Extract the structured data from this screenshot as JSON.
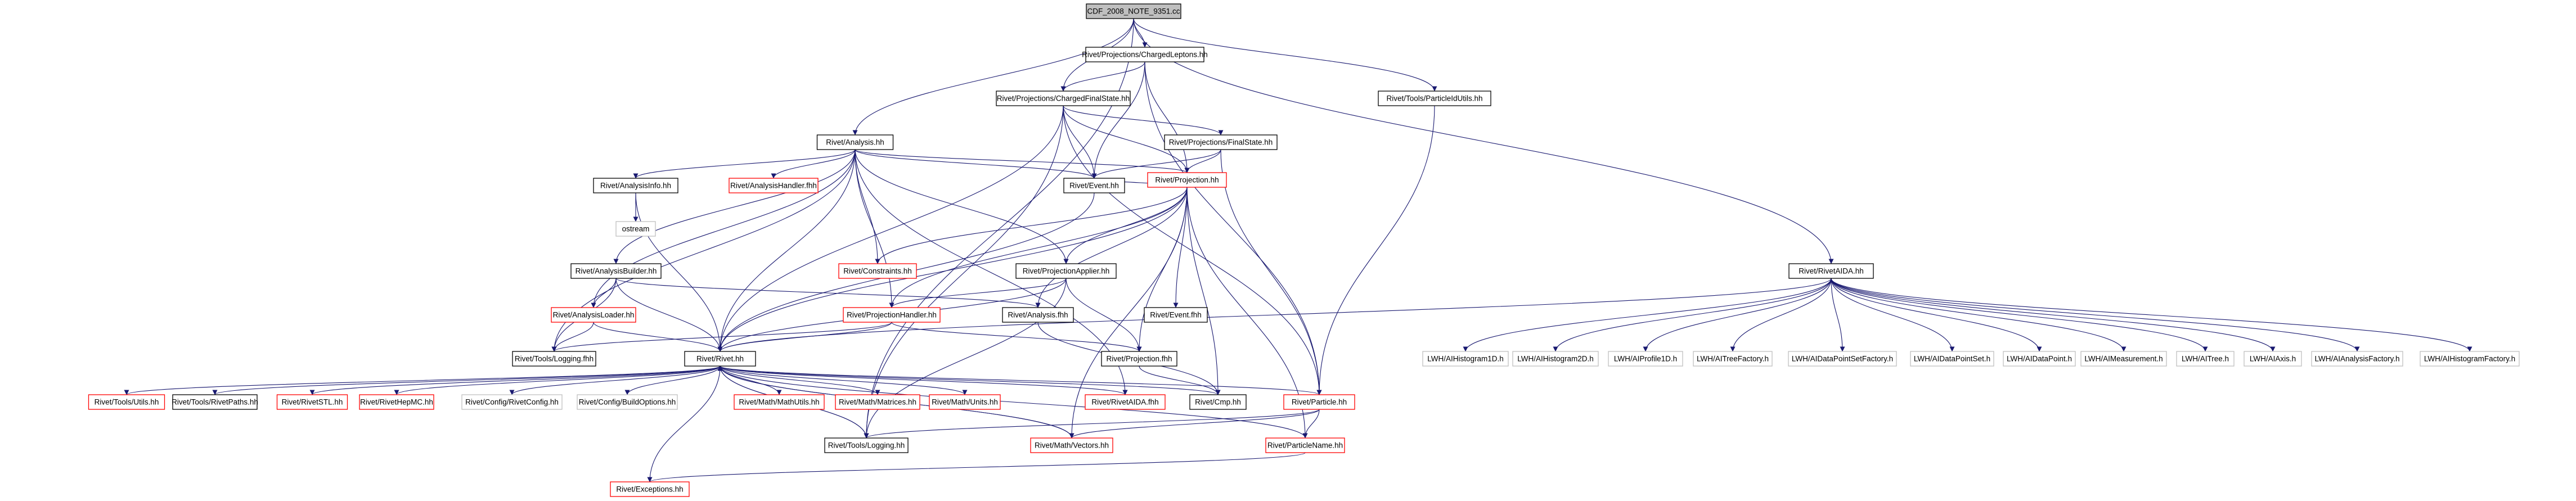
{
  "colors": {
    "edge": "#191970",
    "border_default": "#000000",
    "border_red": "#ff0000",
    "border_external": "#bfbfbf",
    "fill_root": "#bfbfbf",
    "fill_default": "#ffffff"
  },
  "nodes": [
    {
      "id": "n0",
      "label": "CDF_2008_NOTE_9351.cc",
      "kind": "root"
    },
    {
      "id": "n1",
      "label": "Rivet/Projections/ChargedLeptons.hh",
      "kind": "normal"
    },
    {
      "id": "n2",
      "label": "Rivet/Projections/ChargedFinalState.hh",
      "kind": "normal"
    },
    {
      "id": "n3",
      "label": "Rivet/Tools/ParticleIdUtils.hh",
      "kind": "normal"
    },
    {
      "id": "n4",
      "label": "Rivet/Analysis.hh",
      "kind": "normal"
    },
    {
      "id": "n5",
      "label": "Rivet/Projections/FinalState.hh",
      "kind": "normal"
    },
    {
      "id": "n6",
      "label": "Rivet/AnalysisInfo.hh",
      "kind": "normal"
    },
    {
      "id": "n7",
      "label": "Rivet/AnalysisHandler.fhh",
      "kind": "red"
    },
    {
      "id": "n8",
      "label": "Rivet/Event.hh",
      "kind": "normal"
    },
    {
      "id": "n9",
      "label": "ostream",
      "kind": "external"
    },
    {
      "id": "n10",
      "label": "Rivet/Projection.hh",
      "kind": "red"
    },
    {
      "id": "n11",
      "label": "Rivet/Constraints.hh",
      "kind": "red"
    },
    {
      "id": "n12",
      "label": "Rivet/AnalysisBuilder.hh",
      "kind": "normal"
    },
    {
      "id": "n13",
      "label": "Rivet/ProjectionApplier.hh",
      "kind": "normal"
    },
    {
      "id": "n14",
      "label": "Rivet/AnalysisLoader.hh",
      "kind": "red"
    },
    {
      "id": "n15",
      "label": "Rivet/ProjectionHandler.hh",
      "kind": "red"
    },
    {
      "id": "n16",
      "label": "Rivet/Analysis.fhh",
      "kind": "normal"
    },
    {
      "id": "n17",
      "label": "Rivet/Event.fhh",
      "kind": "normal"
    },
    {
      "id": "n18",
      "label": "Rivet/RivetAIDA.hh",
      "kind": "normal"
    },
    {
      "id": "n19",
      "label": "Rivet/Tools/Logging.fhh",
      "kind": "normal"
    },
    {
      "id": "n20",
      "label": "Rivet/Rivet.hh",
      "kind": "normal"
    },
    {
      "id": "n21",
      "label": "Rivet/Projection.fhh",
      "kind": "normal"
    },
    {
      "id": "n22",
      "label": "Rivet/Tools/Utils.hh",
      "kind": "red"
    },
    {
      "id": "n23",
      "label": "Rivet/Tools/RivetPaths.hh",
      "kind": "normal"
    },
    {
      "id": "n24",
      "label": "Rivet/RivetSTL.hh",
      "kind": "red"
    },
    {
      "id": "n25",
      "label": "Rivet/RivetHepMC.hh",
      "kind": "red"
    },
    {
      "id": "n26",
      "label": "Rivet/Config/RivetConfig.hh",
      "kind": "external"
    },
    {
      "id": "n27",
      "label": "Rivet/Config/BuildOptions.hh",
      "kind": "external"
    },
    {
      "id": "n28",
      "label": "Rivet/Math/MathUtils.hh",
      "kind": "red"
    },
    {
      "id": "n29",
      "label": "Rivet/Math/Matrices.hh",
      "kind": "red"
    },
    {
      "id": "n30",
      "label": "Rivet/Math/Units.hh",
      "kind": "red"
    },
    {
      "id": "n31",
      "label": "Rivet/RivetAIDA.fhh",
      "kind": "red"
    },
    {
      "id": "n32",
      "label": "Rivet/Cmp.hh",
      "kind": "normal"
    },
    {
      "id": "n33",
      "label": "Rivet/Particle.hh",
      "kind": "red"
    },
    {
      "id": "n34",
      "label": "Rivet/Tools/Logging.hh",
      "kind": "normal"
    },
    {
      "id": "n35",
      "label": "Rivet/Math/Vectors.hh",
      "kind": "red"
    },
    {
      "id": "n36",
      "label": "Rivet/ParticleName.hh",
      "kind": "red"
    },
    {
      "id": "n37",
      "label": "Rivet/Exceptions.hh",
      "kind": "red"
    },
    {
      "id": "n38",
      "label": "LWH/AIHistogram1D.h",
      "kind": "external"
    },
    {
      "id": "n39",
      "label": "LWH/AIHistogram2D.h",
      "kind": "external"
    },
    {
      "id": "n40",
      "label": "LWH/AIProfile1D.h",
      "kind": "external"
    },
    {
      "id": "n41",
      "label": "LWH/AITreeFactory.h",
      "kind": "external"
    },
    {
      "id": "n42",
      "label": "LWH/AIDataPointSetFactory.h",
      "kind": "external"
    },
    {
      "id": "n43",
      "label": "LWH/AIDataPointSet.h",
      "kind": "external"
    },
    {
      "id": "n44",
      "label": "LWH/AIDataPoint.h",
      "kind": "external"
    },
    {
      "id": "n45",
      "label": "LWH/AIMeasurement.h",
      "kind": "external"
    },
    {
      "id": "n46",
      "label": "LWH/AITree.h",
      "kind": "external"
    },
    {
      "id": "n47",
      "label": "LWH/AIAxis.h",
      "kind": "external"
    },
    {
      "id": "n48",
      "label": "LWH/AIAnalysisFactory.h",
      "kind": "external"
    },
    {
      "id": "n49",
      "label": "LWH/AIHistogramFactory.h",
      "kind": "external"
    }
  ],
  "edges": [
    [
      "n0",
      "n1"
    ],
    [
      "n0",
      "n2"
    ],
    [
      "n0",
      "n3"
    ],
    [
      "n0",
      "n4"
    ],
    [
      "n0",
      "n18"
    ],
    [
      "n0",
      "n34"
    ],
    [
      "n1",
      "n2"
    ],
    [
      "n1",
      "n8"
    ],
    [
      "n1",
      "n10"
    ],
    [
      "n1",
      "n33"
    ],
    [
      "n2",
      "n5"
    ],
    [
      "n2",
      "n8"
    ],
    [
      "n2",
      "n10"
    ],
    [
      "n2",
      "n20"
    ],
    [
      "n2",
      "n33"
    ],
    [
      "n2",
      "n34"
    ],
    [
      "n3",
      "n33"
    ],
    [
      "n4",
      "n6"
    ],
    [
      "n4",
      "n7"
    ],
    [
      "n4",
      "n8"
    ],
    [
      "n4",
      "n10"
    ],
    [
      "n4",
      "n11"
    ],
    [
      "n4",
      "n12"
    ],
    [
      "n4",
      "n13"
    ],
    [
      "n4",
      "n14"
    ],
    [
      "n4",
      "n15"
    ],
    [
      "n4",
      "n19"
    ],
    [
      "n4",
      "n20"
    ],
    [
      "n4",
      "n31"
    ],
    [
      "n5",
      "n8"
    ],
    [
      "n5",
      "n10"
    ],
    [
      "n5",
      "n33"
    ],
    [
      "n6",
      "n9"
    ],
    [
      "n6",
      "n20"
    ],
    [
      "n8",
      "n10"
    ],
    [
      "n8",
      "n20"
    ],
    [
      "n10",
      "n11"
    ],
    [
      "n10",
      "n13"
    ],
    [
      "n10",
      "n15"
    ],
    [
      "n10",
      "n16"
    ],
    [
      "n10",
      "n17"
    ],
    [
      "n10",
      "n20"
    ],
    [
      "n10",
      "n21"
    ],
    [
      "n10",
      "n32"
    ],
    [
      "n10",
      "n35"
    ],
    [
      "n10",
      "n36"
    ],
    [
      "n12",
      "n14"
    ],
    [
      "n12",
      "n16"
    ],
    [
      "n12",
      "n19"
    ],
    [
      "n12",
      "n20"
    ],
    [
      "n13",
      "n15"
    ],
    [
      "n13",
      "n20"
    ],
    [
      "n13",
      "n21"
    ],
    [
      "n13",
      "n34"
    ],
    [
      "n14",
      "n19"
    ],
    [
      "n14",
      "n20"
    ],
    [
      "n15",
      "n19"
    ],
    [
      "n15",
      "n20"
    ],
    [
      "n15",
      "n21"
    ],
    [
      "n16",
      "n32"
    ],
    [
      "n18",
      "n20"
    ],
    [
      "n18",
      "n38"
    ],
    [
      "n18",
      "n39"
    ],
    [
      "n18",
      "n40"
    ],
    [
      "n18",
      "n41"
    ],
    [
      "n18",
      "n42"
    ],
    [
      "n18",
      "n43"
    ],
    [
      "n18",
      "n44"
    ],
    [
      "n18",
      "n45"
    ],
    [
      "n18",
      "n46"
    ],
    [
      "n18",
      "n47"
    ],
    [
      "n18",
      "n48"
    ],
    [
      "n18",
      "n49"
    ],
    [
      "n20",
      "n22"
    ],
    [
      "n20",
      "n23"
    ],
    [
      "n20",
      "n24"
    ],
    [
      "n20",
      "n25"
    ],
    [
      "n20",
      "n26"
    ],
    [
      "n20",
      "n27"
    ],
    [
      "n20",
      "n28"
    ],
    [
      "n20",
      "n29"
    ],
    [
      "n20",
      "n30"
    ],
    [
      "n20",
      "n31"
    ],
    [
      "n20",
      "n32"
    ],
    [
      "n20",
      "n33"
    ],
    [
      "n20",
      "n34"
    ],
    [
      "n20",
      "n35"
    ],
    [
      "n20",
      "n36"
    ],
    [
      "n20",
      "n37"
    ],
    [
      "n21",
      "n32"
    ],
    [
      "n33",
      "n34"
    ],
    [
      "n33",
      "n35"
    ],
    [
      "n33",
      "n36"
    ],
    [
      "n34",
      "n20"
    ],
    [
      "n35",
      "n20"
    ],
    [
      "n36",
      "n37"
    ]
  ]
}
